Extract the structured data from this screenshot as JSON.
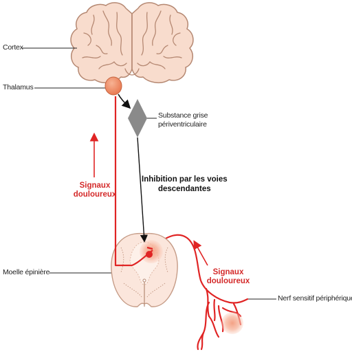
{
  "labels": {
    "cortex": "Cortex",
    "thalamus": "Thalamus",
    "substance_line1": "Substance grise",
    "substance_line2": "périventriculaire",
    "inhibition_line1": "Inhibition par les voies",
    "inhibition_line2": "descendantes",
    "signals_left_line1": "Signaux",
    "signals_left_line2": "douloureux",
    "signals_right_line1": "Signaux",
    "signals_right_line2": "douloureux",
    "spinal_cord": "Moelle épinière",
    "peripheral_nerve": "Nerf sensitif périphérique"
  },
  "colors": {
    "pathway_red": "#e02424",
    "brain_fill": "#f8dccd",
    "brain_outline": "#b58872",
    "thalamus_fill": "#ef8e68",
    "glow": "#f6b39a",
    "pag_gray": "#8a8a8a",
    "cord_fill": "#fbe6dc",
    "label_red": "#d42a2a"
  }
}
